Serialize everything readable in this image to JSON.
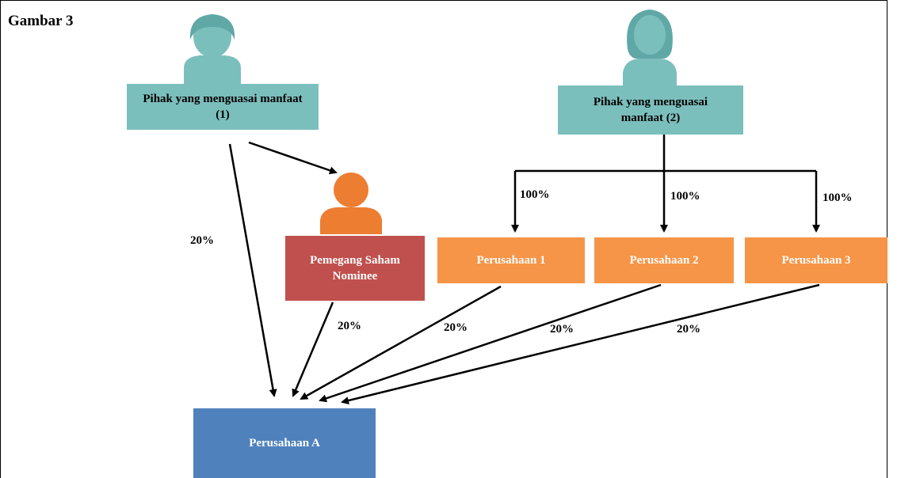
{
  "figure": {
    "title": "Gambar 3",
    "colors": {
      "beneficial_owner_box": "#7bbfbd",
      "nominee_box": "#c0504d",
      "subsidiary_box": "#f69547",
      "target_box": "#4f81bd",
      "person_teal": "#7bbfbd",
      "person_orange": "#ed7d31"
    },
    "nodes": {
      "owner1": {
        "label": "Pihak yang menguasai manfaat (1)",
        "icon": "person-male-icon"
      },
      "owner2": {
        "label": "Pihak yang menguasai manfaat (2)",
        "icon": "person-female-icon"
      },
      "nominee": {
        "label": "Pemegang Saham Nominee",
        "icon": "person-icon"
      },
      "company1": {
        "label": "Perusahaan 1"
      },
      "company2": {
        "label": "Perusahaan 2"
      },
      "company3": {
        "label": "Perusahaan 3"
      },
      "target": {
        "label": "Perusahaan A"
      }
    },
    "edges": [
      {
        "from": "owner1",
        "to": "target",
        "label": "20%"
      },
      {
        "from": "owner1",
        "to": "nominee",
        "label": ""
      },
      {
        "from": "nominee",
        "to": "target",
        "label": "20%"
      },
      {
        "from": "owner2",
        "to": "company1",
        "label": "100%"
      },
      {
        "from": "owner2",
        "to": "company2",
        "label": "100%"
      },
      {
        "from": "owner2",
        "to": "company3",
        "label": "100%"
      },
      {
        "from": "company1",
        "to": "target",
        "label": "20%"
      },
      {
        "from": "company2",
        "to": "target",
        "label": "20%"
      },
      {
        "from": "company3",
        "to": "target",
        "label": "20%"
      }
    ]
  }
}
